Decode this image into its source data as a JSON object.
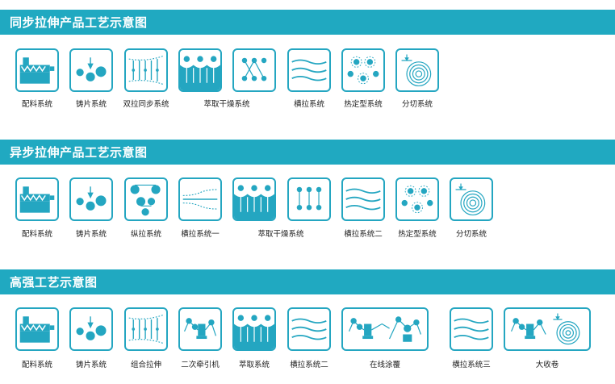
{
  "sections": [
    {
      "title": "同步拉伸产品工艺示意图",
      "items": [
        {
          "label": "配料系统",
          "icon": "extruder-icon"
        },
        {
          "label": "铸片系统",
          "icon": "casting-rollers-icon"
        },
        {
          "label": "双拉同步系统",
          "icon": "simultaneous-stretch-icon"
        },
        {
          "label": "萃取干燥系统",
          "icon": "extraction-bath-icon"
        },
        {
          "label": "横拉系统",
          "icon": "transverse-stretch-icon"
        },
        {
          "label": "热定型系统",
          "icon": "heat-setting-icon"
        },
        {
          "label": "分切系统",
          "icon": "slitting-roll-icon"
        }
      ]
    },
    {
      "title": "异步拉伸产品工艺示意图",
      "items": [
        {
          "label": "配料系统",
          "icon": "extruder-icon"
        },
        {
          "label": "铸片系统",
          "icon": "casting-rollers-icon"
        },
        {
          "label": "纵拉系统",
          "icon": "longitudinal-stretch-icon"
        },
        {
          "label": "横拉系统一",
          "icon": "transverse-stretch-icon"
        },
        {
          "label": "萃取干燥系统",
          "icon": "extraction-bath-icon"
        },
        {
          "label": "横拉系统二",
          "icon": "transverse-stretch-icon"
        },
        {
          "label": "热定型系统",
          "icon": "heat-setting-icon"
        },
        {
          "label": "分切系统",
          "icon": "slitting-roll-icon"
        }
      ]
    },
    {
      "title": "高强工艺示意图",
      "items": [
        {
          "label": "配料系统",
          "icon": "extruder-icon"
        },
        {
          "label": "铸片系统",
          "icon": "casting-rollers-icon"
        },
        {
          "label": "组合拉伸",
          "icon": "combined-stretch-icon"
        },
        {
          "label": "二次牵引机",
          "icon": "secondary-traction-icon"
        },
        {
          "label": "萃取系统",
          "icon": "extraction-bath-icon"
        },
        {
          "label": "横拉系统二",
          "icon": "transverse-stretch-icon"
        },
        {
          "label": "在线涂覆",
          "icon": "online-coating-icon"
        },
        {
          "label": "横拉系统三",
          "icon": "transverse-stretch-icon"
        },
        {
          "label": "大收卷",
          "icon": "large-winder-icon"
        }
      ]
    }
  ],
  "colors": {
    "accent": "#20a9c1",
    "icon_stroke": "#24a6c1",
    "text": "#222222",
    "background": "#ffffff"
  }
}
